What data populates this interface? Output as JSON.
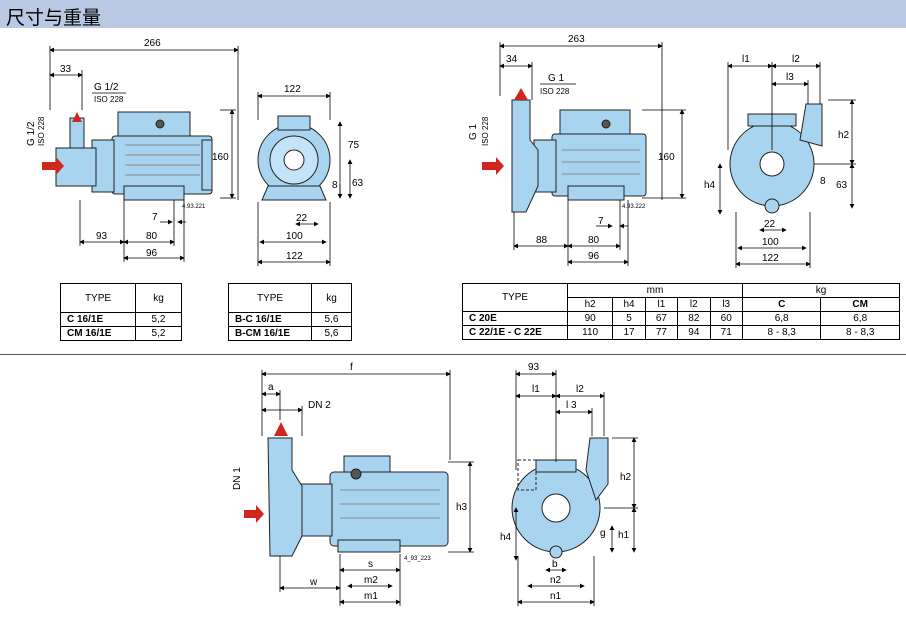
{
  "header": {
    "title": "尺寸与重量"
  },
  "drawing1": {
    "d_266": "266",
    "d_33": "33",
    "g_half": "G 1/2",
    "iso": "ISO 228",
    "d_160": "160",
    "d_7": "7",
    "d_93": "93",
    "d_80": "80",
    "d_96": "96",
    "code": "4.93.221",
    "vert_g": "G 1/2",
    "vert_iso": "ISO 228"
  },
  "drawing2": {
    "d_122_top": "122",
    "d_75": "75",
    "d_63": "63",
    "d_8": "8",
    "d_22": "22",
    "d_100": "100",
    "d_122_bot": "122"
  },
  "drawing3": {
    "d_263": "263",
    "d_34": "34",
    "g1": "G 1",
    "iso": "ISO 228",
    "d_160": "160",
    "d_7": "7",
    "d_88": "88",
    "d_80": "80",
    "d_96": "96",
    "code": "4.93.222",
    "vert_g": "G 1",
    "vert_iso": "ISO 228"
  },
  "drawing4": {
    "l1": "l1",
    "l2": "l2",
    "l3": "l3",
    "h2": "h2",
    "h4": "h4",
    "d_63": "63",
    "d_8": "8",
    "d_22": "22",
    "d_100": "100",
    "d_122": "122"
  },
  "drawing5": {
    "f": "f",
    "a": "a",
    "dn2": "DN 2",
    "dn1": "DN 1",
    "h3": "h3",
    "s": "s",
    "w": "w",
    "m2": "m2",
    "m1": "m1",
    "code": "4_93_223"
  },
  "drawing6": {
    "d_93": "93",
    "l1": "l1",
    "l2": "l2",
    "l3": "l 3",
    "h2": "h2",
    "g": "g",
    "h1": "h1",
    "h4": "h4",
    "b": "b",
    "n2": "n2",
    "n1": "n1"
  },
  "table1": {
    "head": [
      "TYPE",
      "kg"
    ],
    "rows": [
      [
        "C    16/1E",
        "5,2"
      ],
      [
        "CM 16/1E",
        "5,2"
      ]
    ]
  },
  "table2": {
    "head": [
      "TYPE",
      "kg"
    ],
    "rows": [
      [
        "B-C    16/1E",
        "5,6"
      ],
      [
        "B-CM 16/1E",
        "5,6"
      ]
    ]
  },
  "table3": {
    "type": "TYPE",
    "mm": "mm",
    "kg": "kg",
    "sub": [
      "h2",
      "h4",
      "l1",
      "l2",
      "l3",
      "C",
      "CM"
    ],
    "rows": [
      [
        "C  20E",
        "90",
        "5",
        "67",
        "82",
        "60",
        "6,8",
        "6,8"
      ],
      [
        "C  22/1E - C 22E",
        "110",
        "17",
        "77",
        "94",
        "71",
        "8 - 8,3",
        "8 - 8,3"
      ]
    ]
  },
  "colors": {
    "header_bg": "#b9c9e4",
    "pump_blue": "#a8d4f0",
    "arrow_red": "#d0261d"
  }
}
